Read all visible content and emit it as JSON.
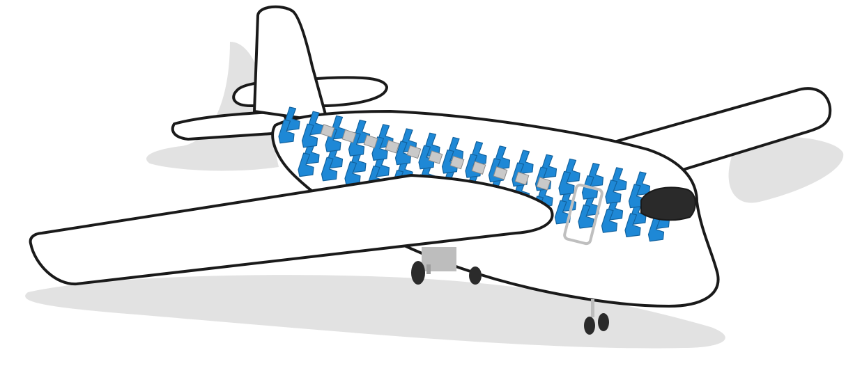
{
  "illustration": {
    "subject": "airplane-cutaway-seating",
    "colors": {
      "outline": "#1a1a1a",
      "body_fill": "#ffffff",
      "seat_fill": "#1e88d6",
      "seat_dark": "#12629e",
      "aisle_marker_fill": "#c9c9c9",
      "shadow": "#e2e2e2",
      "nose_cone": "#2a2a2a",
      "door_outline": "#bfbfbf",
      "gear_strut": "#bdbdbd",
      "wheel_fill": "#2b2b2b"
    },
    "seat_rows": 16,
    "seats_per_row": 4,
    "aisle_markers": 11
  }
}
